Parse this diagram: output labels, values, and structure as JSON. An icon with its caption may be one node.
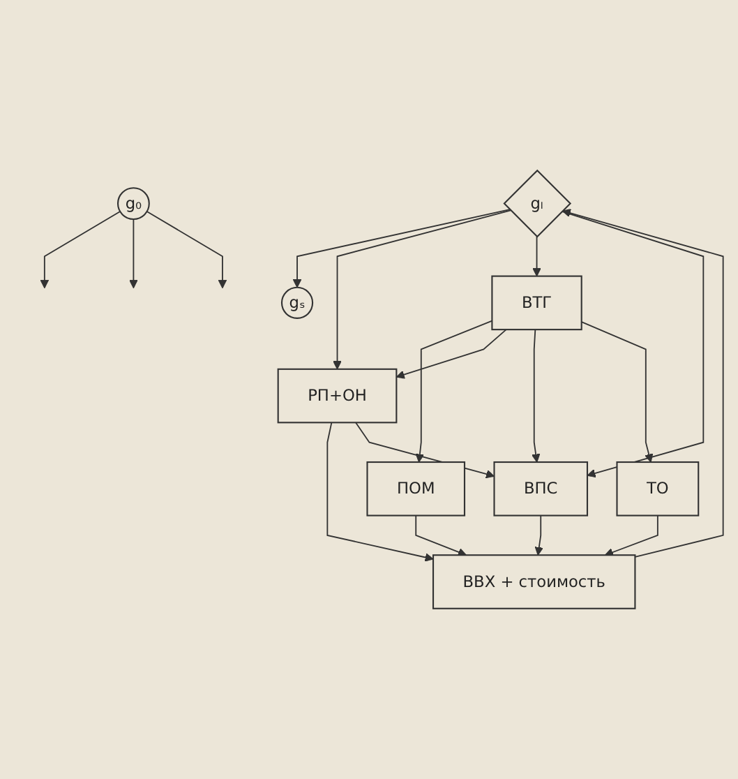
{
  "diagram": {
    "nodes": [
      {
        "text": [
          "g₀"
        ]
      },
      {
        "text": [
          "gₗ"
        ]
      },
      {
        "text": [
          "gₛ"
        ]
      },
      {
        "text": [
          "ВВХ + стоимость"
        ]
      },
      {
        "text": [
          "ПОМ"
        ]
      },
      {
        "text": [
          "РП+ОН"
        ]
      },
      {
        "text": [
          "ВТГ"
        ]
      },
      {
        "text": [
          "ВПС"
        ]
      },
      {
        "text": [
          "ТО"
        ]
      }
    ],
    "edges": [
      {
        "from": 0,
        "to": null,
        "arrow": "to"
      },
      {
        "from": 0,
        "to": null,
        "arrow": "to"
      },
      {
        "from": 0,
        "to": null,
        "arrow": "to"
      },
      {
        "from": 1,
        "to": 2,
        "arrow": "to"
      },
      {
        "from": 1,
        "to": 5,
        "arrow": "to"
      },
      {
        "from": 3,
        "to": 1,
        "arrow": "to"
      },
      {
        "from": 1,
        "to": 6,
        "arrow": "to"
      },
      {
        "from": 1,
        "to": 7,
        "arrow": "to"
      },
      {
        "from": 8,
        "to": 3,
        "arrow": "to"
      },
      {
        "from": 7,
        "to": 3,
        "arrow": "to"
      },
      {
        "from": 5,
        "to": 3,
        "arrow": "to"
      },
      {
        "from": 4,
        "to": 3,
        "arrow": "to"
      },
      {
        "from": 6,
        "to": 4,
        "arrow": "to"
      },
      {
        "from": 6,
        "to": 5,
        "arrow": "to"
      },
      {
        "from": 6,
        "to": 7,
        "arrow": "to"
      },
      {
        "from": 5,
        "to": 7,
        "arrow": "to"
      },
      {
        "from": 6,
        "to": 8,
        "arrow": "to"
      }
    ]
  }
}
